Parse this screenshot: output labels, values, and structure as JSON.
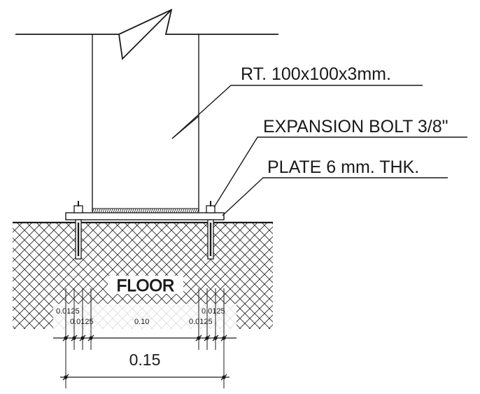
{
  "labels": {
    "tube": "RT. 100x100x3mm.",
    "bolt": "EXPANSION BOLT 3/8\"",
    "plate": "PLATE 6 mm. THK.",
    "floor": "FLOOR"
  },
  "dimensions": {
    "edge_left_top": "0.0125",
    "edge_left_bottom": "0.0125",
    "center": "0.10",
    "edge_right_top": "0.0125",
    "edge_right_bottom": "0.0125",
    "overall": "0.15"
  }
}
